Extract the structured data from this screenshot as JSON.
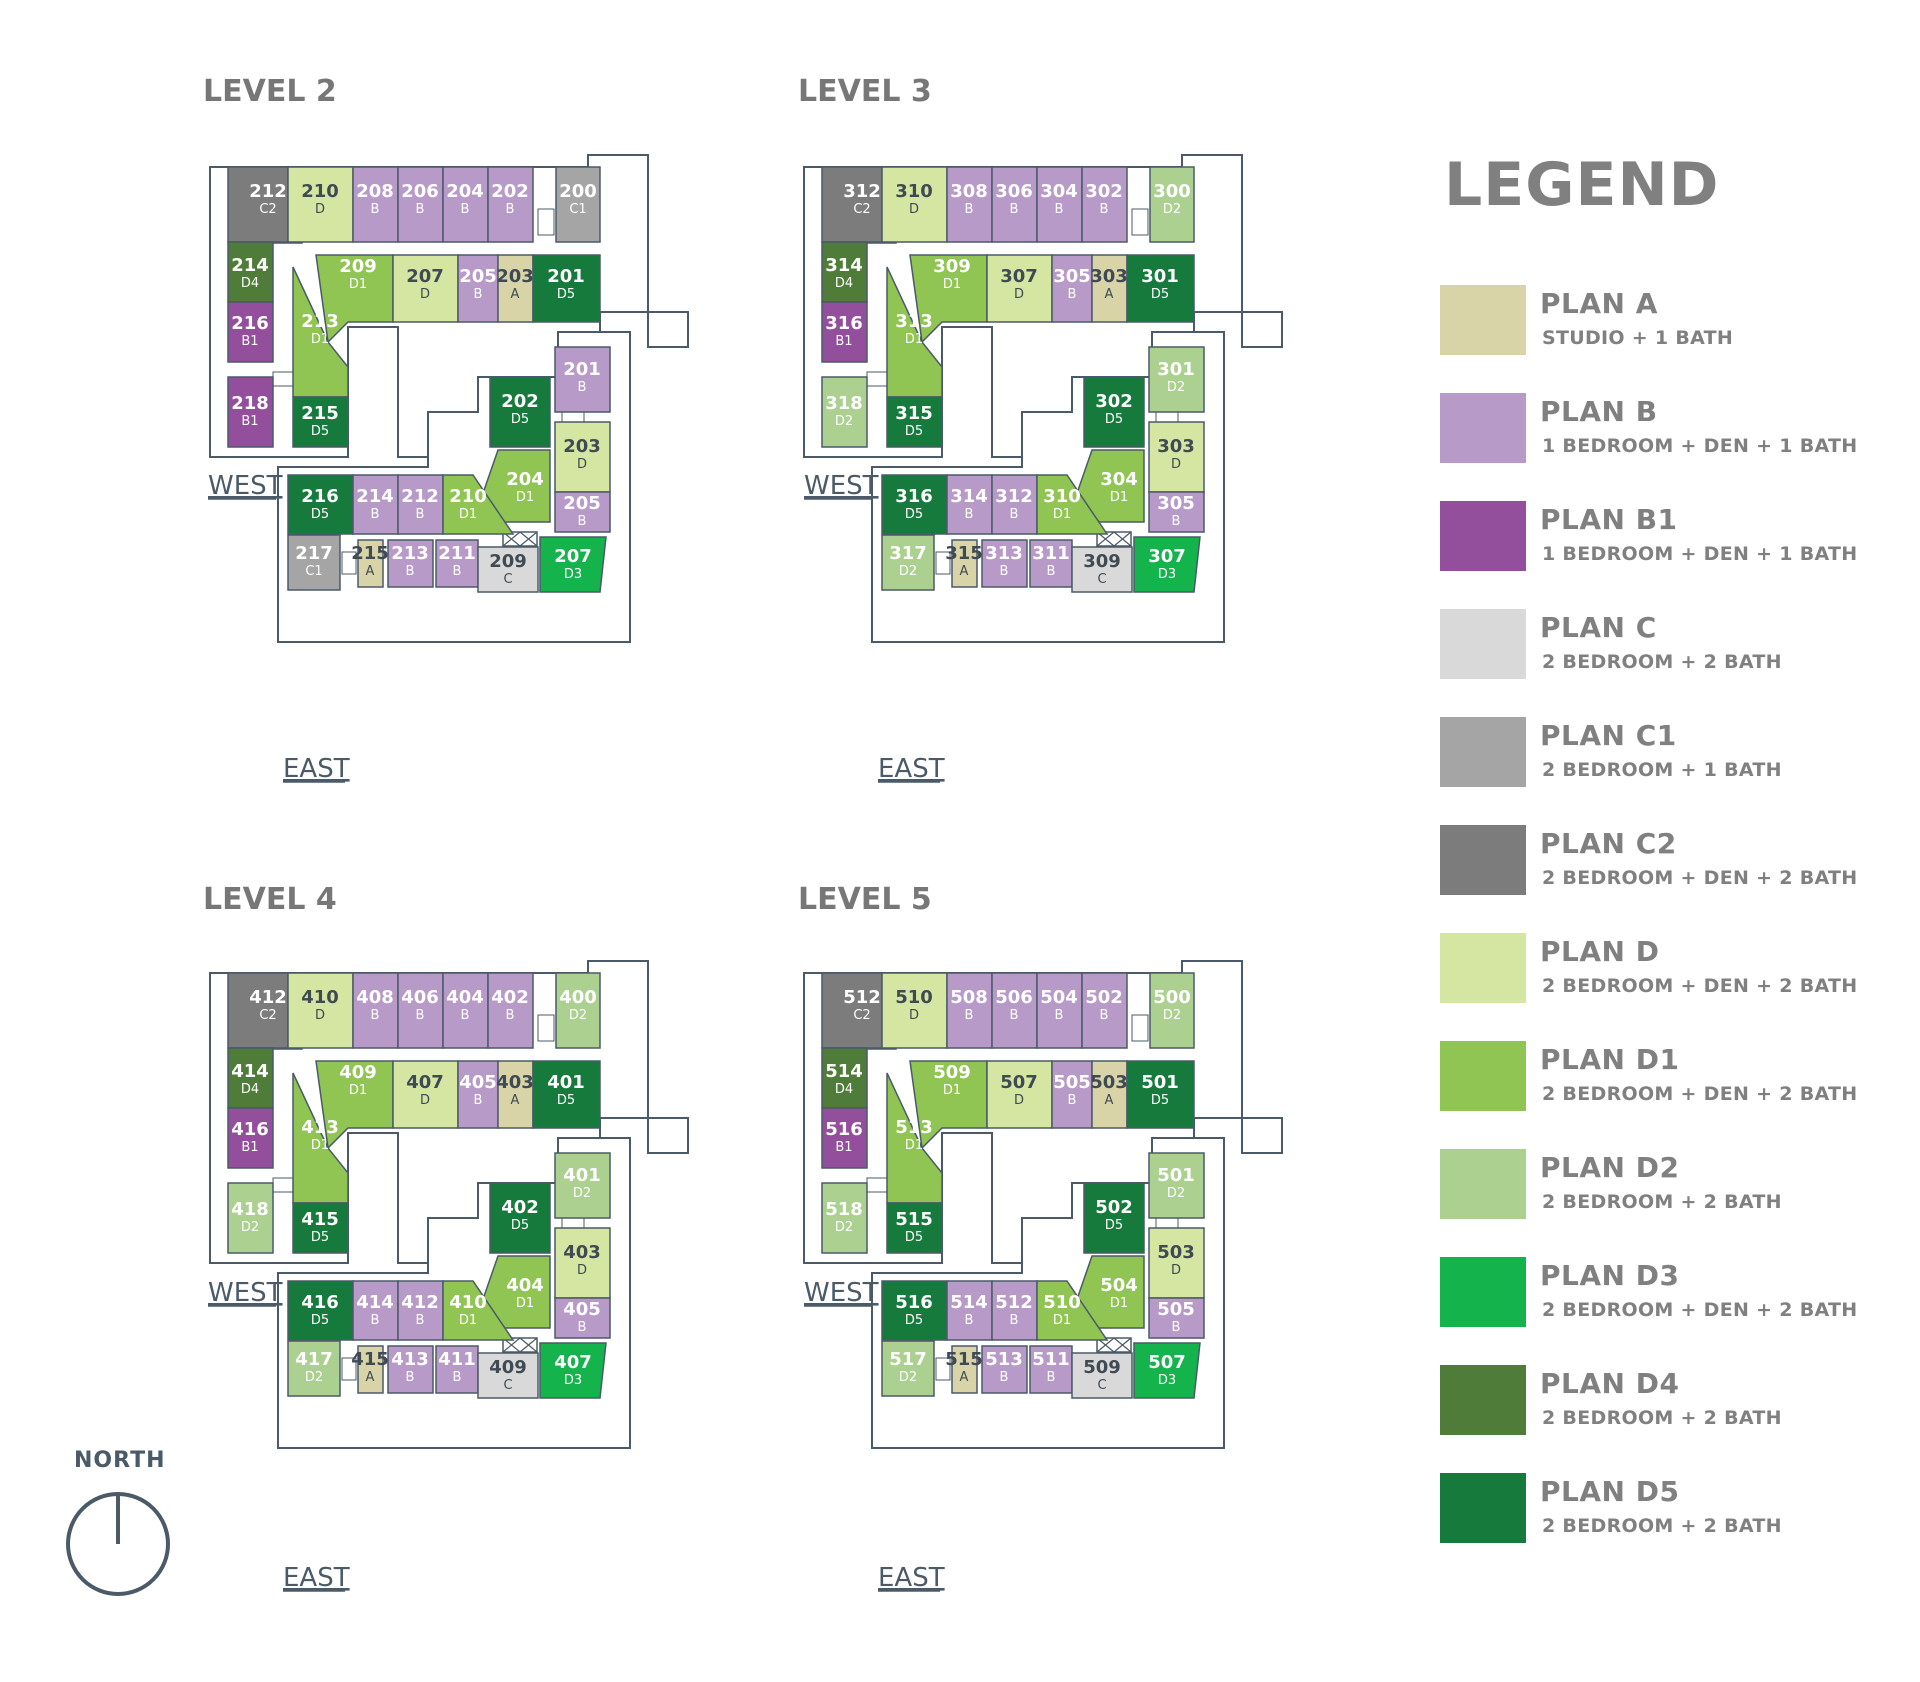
{
  "colors": {
    "A": "#d9d4a8",
    "B": "#b79ac8",
    "B1": "#934f9c",
    "C": "#d9d9d9",
    "C1": "#a5a5a5",
    "C2": "#7c7c7c",
    "D": "#d5e6a3",
    "D1": "#90c453",
    "D2": "#abd08f",
    "D3": "#14b34c",
    "D4": "#4f7d39",
    "D5": "#157a3b",
    "line": "#4a5a68",
    "title": "#777777"
  },
  "levels": [
    {
      "title": "LEVEL 2",
      "west_label": "WEST",
      "east_label": "EAST",
      "units": {
        "w212": [
          "212",
          "C2"
        ],
        "w210": [
          "210",
          "D"
        ],
        "w208": [
          "208",
          "B"
        ],
        "w206": [
          "206",
          "B"
        ],
        "w204": [
          "204",
          "B"
        ],
        "w202": [
          "202",
          "B"
        ],
        "w200": [
          "200",
          "C1"
        ],
        "w214": [
          "214",
          "D4"
        ],
        "w209": [
          "209",
          "D1"
        ],
        "w207": [
          "207",
          "D"
        ],
        "w205": [
          "205",
          "B"
        ],
        "w203": [
          "203",
          "A"
        ],
        "w201": [
          "201",
          "D5"
        ],
        "w216": [
          "216",
          "B1"
        ],
        "w213": [
          "213",
          "D1"
        ],
        "w218": [
          "218",
          "B1"
        ],
        "w215": [
          "215",
          "D5"
        ],
        "e202": [
          "202",
          "D5"
        ],
        "e201": [
          "201",
          "B"
        ],
        "e203": [
          "203",
          "D"
        ],
        "e204": [
          "204",
          "D1"
        ],
        "e205": [
          "205",
          "B"
        ],
        "e216": [
          "216",
          "D5"
        ],
        "e214": [
          "214",
          "B"
        ],
        "e212": [
          "212",
          "B"
        ],
        "e210": [
          "210",
          "D1"
        ],
        "e217": [
          "217",
          "C1"
        ],
        "e215": [
          "215",
          "A"
        ],
        "e213": [
          "213",
          "B"
        ],
        "e211": [
          "211",
          "B"
        ],
        "e209": [
          "209",
          "C"
        ],
        "e207": [
          "207",
          "D3"
        ]
      }
    },
    {
      "title": "LEVEL 3",
      "west_label": "WEST",
      "east_label": "EAST",
      "units": {
        "w212": [
          "312",
          "C2"
        ],
        "w210": [
          "310",
          "D"
        ],
        "w208": [
          "308",
          "B"
        ],
        "w206": [
          "306",
          "B"
        ],
        "w204": [
          "304",
          "B"
        ],
        "w202": [
          "302",
          "B"
        ],
        "w200": [
          "300",
          "D2"
        ],
        "w214": [
          "314",
          "D4"
        ],
        "w209": [
          "309",
          "D1"
        ],
        "w207": [
          "307",
          "D"
        ],
        "w205": [
          "305",
          "B"
        ],
        "w203": [
          "303",
          "A"
        ],
        "w201": [
          "301",
          "D5"
        ],
        "w216": [
          "316",
          "B1"
        ],
        "w213": [
          "313",
          "D1"
        ],
        "w218": [
          "318",
          "D2"
        ],
        "w215": [
          "315",
          "D5"
        ],
        "e202": [
          "302",
          "D5"
        ],
        "e201": [
          "301",
          "D2"
        ],
        "e203": [
          "303",
          "D"
        ],
        "e204": [
          "304",
          "D1"
        ],
        "e205": [
          "305",
          "B"
        ],
        "e216": [
          "316",
          "D5"
        ],
        "e214": [
          "314",
          "B"
        ],
        "e212": [
          "312",
          "B"
        ],
        "e210": [
          "310",
          "D1"
        ],
        "e217": [
          "317",
          "D2"
        ],
        "e215": [
          "315",
          "A"
        ],
        "e213": [
          "313",
          "B"
        ],
        "e211": [
          "311",
          "B"
        ],
        "e209": [
          "309",
          "C"
        ],
        "e207": [
          "307",
          "D3"
        ]
      }
    },
    {
      "title": "LEVEL 4",
      "west_label": "WEST",
      "east_label": "EAST",
      "units": {
        "w212": [
          "412",
          "C2"
        ],
        "w210": [
          "410",
          "D"
        ],
        "w208": [
          "408",
          "B"
        ],
        "w206": [
          "406",
          "B"
        ],
        "w204": [
          "404",
          "B"
        ],
        "w202": [
          "402",
          "B"
        ],
        "w200": [
          "400",
          "D2"
        ],
        "w214": [
          "414",
          "D4"
        ],
        "w209": [
          "409",
          "D1"
        ],
        "w207": [
          "407",
          "D"
        ],
        "w205": [
          "405",
          "B"
        ],
        "w203": [
          "403",
          "A"
        ],
        "w201": [
          "401",
          "D5"
        ],
        "w216": [
          "416",
          "B1"
        ],
        "w213": [
          "413",
          "D1"
        ],
        "w218": [
          "418",
          "D2"
        ],
        "w215": [
          "415",
          "D5"
        ],
        "e202": [
          "402",
          "D5"
        ],
        "e201": [
          "401",
          "D2"
        ],
        "e203": [
          "403",
          "D"
        ],
        "e204": [
          "404",
          "D1"
        ],
        "e205": [
          "405",
          "B"
        ],
        "e216": [
          "416",
          "D5"
        ],
        "e214": [
          "414",
          "B"
        ],
        "e212": [
          "412",
          "B"
        ],
        "e210": [
          "410",
          "D1"
        ],
        "e217": [
          "417",
          "D2"
        ],
        "e215": [
          "415",
          "A"
        ],
        "e213": [
          "413",
          "B"
        ],
        "e211": [
          "411",
          "B"
        ],
        "e209": [
          "409",
          "C"
        ],
        "e207": [
          "407",
          "D3"
        ]
      }
    },
    {
      "title": "LEVEL 5",
      "west_label": "WEST",
      "east_label": "EAST",
      "units": {
        "w212": [
          "512",
          "C2"
        ],
        "w210": [
          "510",
          "D"
        ],
        "w208": [
          "508",
          "B"
        ],
        "w206": [
          "506",
          "B"
        ],
        "w204": [
          "504",
          "B"
        ],
        "w202": [
          "502",
          "B"
        ],
        "w200": [
          "500",
          "D2"
        ],
        "w214": [
          "514",
          "D4"
        ],
        "w209": [
          "509",
          "D1"
        ],
        "w207": [
          "507",
          "D"
        ],
        "w205": [
          "505",
          "B"
        ],
        "w203": [
          "503",
          "A"
        ],
        "w201": [
          "501",
          "D5"
        ],
        "w216": [
          "516",
          "B1"
        ],
        "w213": [
          "513",
          "D1"
        ],
        "w218": [
          "518",
          "D2"
        ],
        "w215": [
          "515",
          "D5"
        ],
        "e202": [
          "502",
          "D5"
        ],
        "e201": [
          "501",
          "D2"
        ],
        "e203": [
          "503",
          "D"
        ],
        "e204": [
          "504",
          "D1"
        ],
        "e205": [
          "505",
          "B"
        ],
        "e216": [
          "516",
          "D5"
        ],
        "e214": [
          "514",
          "B"
        ],
        "e212": [
          "512",
          "B"
        ],
        "e210": [
          "510",
          "D1"
        ],
        "e217": [
          "517",
          "D2"
        ],
        "e215": [
          "515",
          "A"
        ],
        "e213": [
          "513",
          "B"
        ],
        "e211": [
          "511",
          "B"
        ],
        "e209": [
          "509",
          "C"
        ],
        "e207": [
          "507",
          "D3"
        ]
      }
    }
  ],
  "legend": {
    "title": "LEGEND",
    "items": [
      {
        "name": "PLAN A",
        "desc": "STUDIO + 1 BATH",
        "plan": "A"
      },
      {
        "name": "PLAN B",
        "desc": "1 BEDROOM + DEN + 1 BATH",
        "plan": "B"
      },
      {
        "name": "PLAN B1",
        "desc": "1 BEDROOM + DEN + 1 BATH",
        "plan": "B1"
      },
      {
        "name": "PLAN C",
        "desc": "2 BEDROOM + 2 BATH",
        "plan": "C"
      },
      {
        "name": "PLAN C1",
        "desc": "2 BEDROOM + 1 BATH",
        "plan": "C1"
      },
      {
        "name": "PLAN C2",
        "desc": "2 BEDROOM + DEN + 2 BATH",
        "plan": "C2"
      },
      {
        "name": "PLAN D",
        "desc": "2 BEDROOM + DEN + 2 BATH",
        "plan": "D"
      },
      {
        "name": "PLAN D1",
        "desc": "2 BEDROOM + DEN + 2 BATH",
        "plan": "D1"
      },
      {
        "name": "PLAN D2",
        "desc": "2 BEDROOM + 2 BATH",
        "plan": "D2"
      },
      {
        "name": "PLAN D3",
        "desc": "2 BEDROOM + DEN + 2 BATH",
        "plan": "D3"
      },
      {
        "name": "PLAN D4",
        "desc": "2 BEDROOM + 2 BATH",
        "plan": "D4"
      },
      {
        "name": "PLAN D5",
        "desc": "2 BEDROOM + 2 BATH",
        "plan": "D5"
      }
    ]
  },
  "north": {
    "label": "NORTH"
  }
}
